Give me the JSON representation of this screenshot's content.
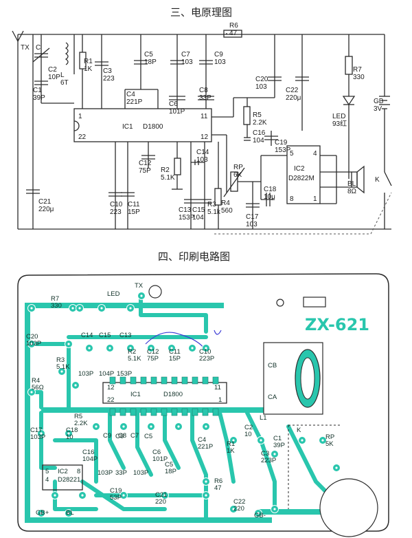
{
  "titles": {
    "schematic": "三、电原理图",
    "pcb": "四、印刷电路图"
  },
  "colors": {
    "pcb_copper": "#29c6ad",
    "pcb_board": "#ffffff",
    "ink": "#2a2a2a",
    "handwriting": "#3b3bd6"
  },
  "schematic": {
    "antenna": "TX",
    "ic1": {
      "ref": "IC1",
      "part": "D1800",
      "pin_left_top": "1",
      "pin_left_bottom": "22",
      "pin_right_top": "11",
      "pin_right_bottom": "12"
    },
    "ic2": {
      "ref": "IC2",
      "part": "D2822M",
      "pin_tl": "5",
      "pin_tr": "4",
      "pin_bl": "8",
      "pin_br": "1"
    },
    "components": [
      {
        "ref": "C",
        "value": ""
      },
      {
        "ref": "C2",
        "value": "10P"
      },
      {
        "ref": "L",
        "value": "6T"
      },
      {
        "ref": "R1",
        "value": "1K"
      },
      {
        "ref": "C3",
        "value": "223"
      },
      {
        "ref": "C1",
        "value": "39P"
      },
      {
        "ref": "C5",
        "value": "18P"
      },
      {
        "ref": "C4",
        "value": "221P"
      },
      {
        "ref": "C6",
        "value": "101P"
      },
      {
        "ref": "C7",
        "value": "103"
      },
      {
        "ref": "C8",
        "value": "33P"
      },
      {
        "ref": "C9",
        "value": "103"
      },
      {
        "ref": "R6",
        "value": "47"
      },
      {
        "ref": "C20",
        "value": "103"
      },
      {
        "ref": "C22",
        "value": "220μ"
      },
      {
        "ref": "R7",
        "value": "330"
      },
      {
        "ref": "LED",
        "value": "93红"
      },
      {
        "ref": "GB",
        "value": "3V"
      },
      {
        "ref": "R5",
        "value": "2.2K"
      },
      {
        "ref": "C16",
        "value": "104"
      },
      {
        "ref": "C19",
        "value": "153P"
      },
      {
        "ref": "C12",
        "value": "75P"
      },
      {
        "ref": "R2",
        "value": "5.1K"
      },
      {
        "ref": "C14",
        "value": "103"
      },
      {
        "ref": "RP",
        "value": "6K"
      },
      {
        "ref": "C18",
        "value": "10μ"
      },
      {
        "ref": "C17",
        "value": "103"
      },
      {
        "ref": "BL",
        "value": "8Ω"
      },
      {
        "ref": "K",
        "value": ""
      },
      {
        "ref": "C21",
        "value": "220μ"
      },
      {
        "ref": "C10",
        "value": "223"
      },
      {
        "ref": "C11",
        "value": "15P"
      },
      {
        "ref": "C13",
        "value": "153P"
      },
      {
        "ref": "C15",
        "value": "104"
      },
      {
        "ref": "R3",
        "value": "5.1k"
      },
      {
        "ref": "R4",
        "value": "560"
      }
    ]
  },
  "pcb": {
    "board_label": "ZX-621",
    "ic1": {
      "ref": "IC1",
      "part": "D1800",
      "pin12": "12",
      "pin11": "11",
      "pin22": "22",
      "pin1": "1"
    },
    "ic2": {
      "ref": "IC2",
      "part": "D2822",
      "pin5": "5",
      "pin4": "4",
      "pin8": "8",
      "pin1": "1"
    },
    "labels": [
      {
        "ref": "R7",
        "value": "330"
      },
      {
        "ref": "LED",
        "value": ""
      },
      {
        "ref": "TX",
        "value": ""
      },
      {
        "ref": "C20",
        "value": "103P"
      },
      {
        "ref": "C14",
        "value": ""
      },
      {
        "ref": "C15",
        "value": ""
      },
      {
        "ref": "C13",
        "value": ""
      },
      {
        "ref": "R2",
        "value": "5.1K"
      },
      {
        "ref": "C12",
        "value": "75P"
      },
      {
        "ref": "C11",
        "value": "15P"
      },
      {
        "ref": "C10",
        "value": "223P"
      },
      {
        "ref": "R3",
        "value": "5.1K"
      },
      {
        "ref": "",
        "value": "103P"
      },
      {
        "ref": "",
        "value": "104P"
      },
      {
        "ref": "",
        "value": "153P"
      },
      {
        "ref": "R4",
        "value": "56Ω"
      },
      {
        "ref": "C8",
        "value": ""
      },
      {
        "ref": "C5",
        "value": ""
      },
      {
        "ref": "R5",
        "value": "2.2K"
      },
      {
        "ref": "C17",
        "value": "103P"
      },
      {
        "ref": "C18",
        "value": "10"
      },
      {
        "ref": "C16",
        "value": "104P"
      },
      {
        "ref": "C9",
        "value": ""
      },
      {
        "ref": "C8",
        "value": ""
      },
      {
        "ref": "C7",
        "value": ""
      },
      {
        "ref": "C6",
        "value": "101P"
      },
      {
        "ref": "C4",
        "value": "221P"
      },
      {
        "ref": "C5",
        "value": "18P"
      },
      {
        "ref": "R1",
        "value": "1K"
      },
      {
        "ref": "C2",
        "value": "10"
      },
      {
        "ref": "C1",
        "value": "39P"
      },
      {
        "ref": "C3",
        "value": "223P"
      },
      {
        "ref": "L1",
        "value": ""
      },
      {
        "ref": "K",
        "value": ""
      },
      {
        "ref": "RP",
        "value": "5K"
      },
      {
        "ref": "R6",
        "value": "47"
      },
      {
        "ref": "C19",
        "value": "53P"
      },
      {
        "ref": "C21",
        "value": "220"
      },
      {
        "ref": "C22",
        "value": "220"
      },
      {
        "ref": "GB+",
        "value": ""
      },
      {
        "ref": "GB-",
        "value": ""
      },
      {
        "ref": "BL",
        "value": ""
      },
      {
        "ref": "CB",
        "value": ""
      },
      {
        "ref": "CA",
        "value": ""
      }
    ],
    "value_row": [
      "103P",
      "33P",
      "103P"
    ]
  }
}
